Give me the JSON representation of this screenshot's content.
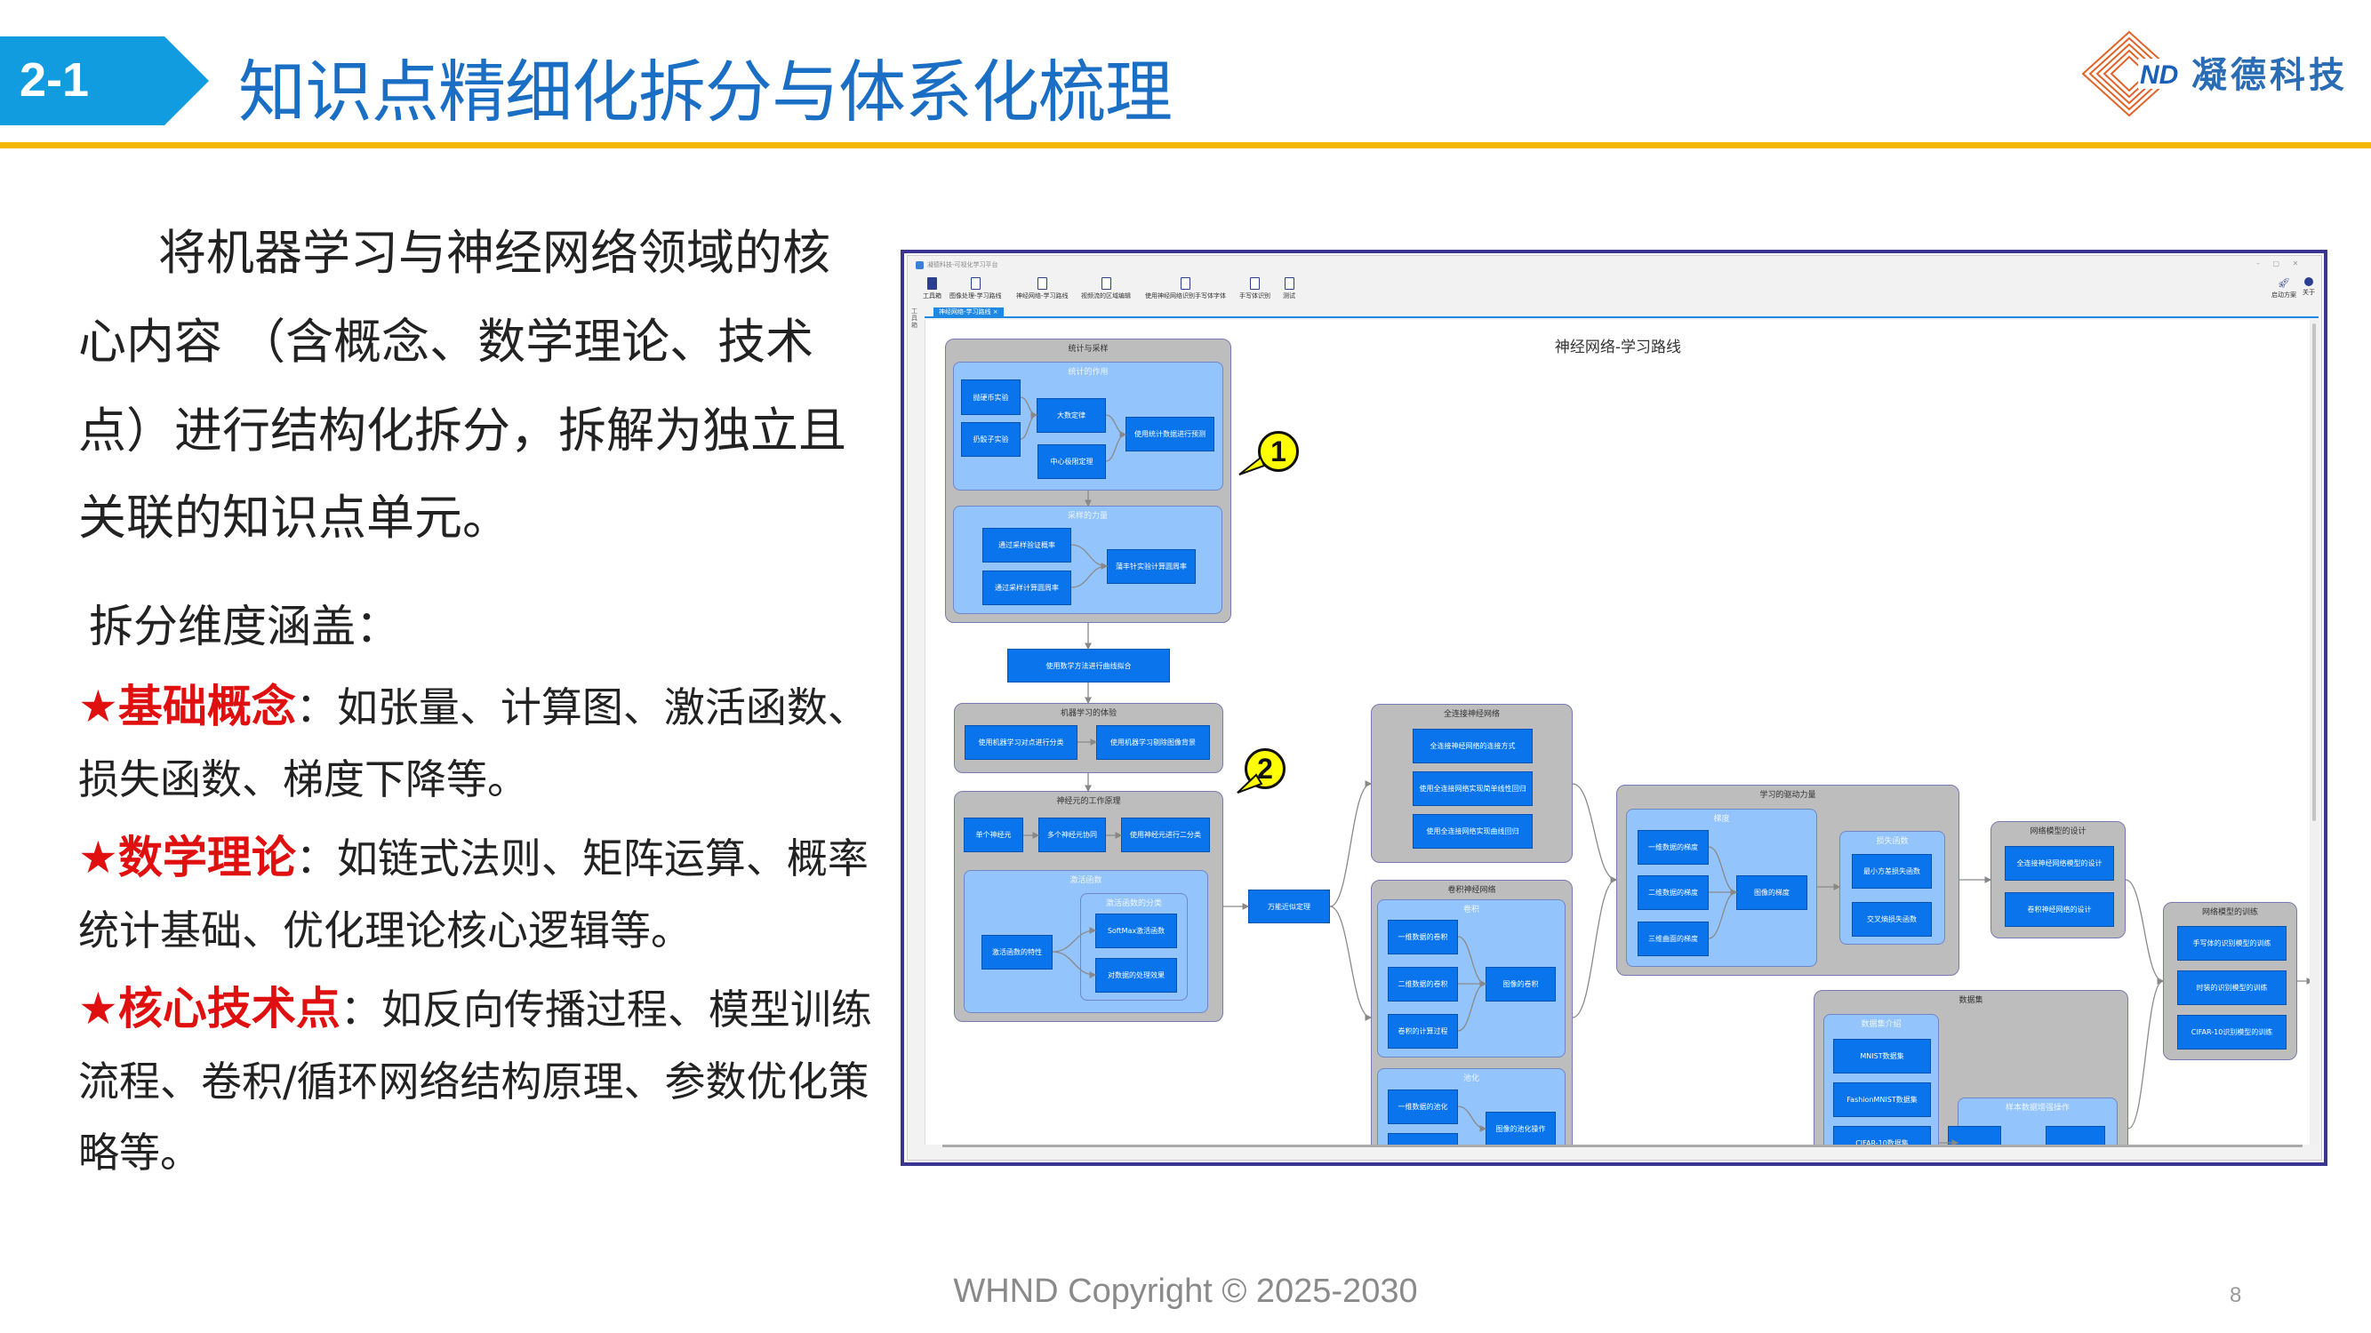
{
  "header": {
    "badge": "2-1",
    "title": "知识点精细化拆分与体系化梳理",
    "logo": {
      "mark": "ND",
      "name": "凝德科技"
    }
  },
  "intro": {
    "lines": [
      "将机器学习与神经网络领域的核",
      "心内容 （含概念、数学理论、技术",
      "点）进行结构化拆分，拆解为独立且",
      "关联的知识点单元。"
    ],
    "dimensions_label": "拆分维度涵盖："
  },
  "bullets": [
    {
      "star": "★",
      "term": "基础概念",
      "lines": [
        "：如张量、计算图、激活函数、",
        "损失函数、梯度下降等。"
      ]
    },
    {
      "star": "★",
      "term": "数学理论",
      "lines": [
        "：如链式法则、矩阵运算、概率",
        "统计基础、优化理论核心逻辑等。"
      ]
    },
    {
      "star": "★",
      "term": "核心技术点",
      "lines": [
        "：如反向传播过程、模型训练",
        "流程、卷积/循环网络结构原理、参数优化策",
        "略等。"
      ]
    }
  ],
  "app": {
    "window_title": "凝德科技-可视化学习平台",
    "window_controls": [
      "–",
      "▢",
      "✕"
    ],
    "toolbar": [
      "工具箱",
      "图像处理-学习路线",
      "神经网络-学习路线",
      "视频流的区域编辑",
      "使用神经网络识别手写体字体",
      "手写体识别",
      "测试"
    ],
    "toolbar_right": [
      "启动方案",
      "关于"
    ],
    "side_tab": "工具箱",
    "tab": {
      "label": "神经网络-学习路线",
      "close": "×"
    }
  },
  "diagram": {
    "title": "神经网络-学习路线",
    "groups": [
      "统计与采样",
      "机器学习的体验",
      "神经元的工作原理",
      "全连接神经网络",
      "卷积神经网络",
      "学习的驱动力量",
      "数据集",
      "网络模型的设计",
      "网络模型的训练"
    ],
    "subgroups": [
      "统计的作用",
      "采样的力量",
      "激活函数",
      "激活函数的分类",
      "卷积",
      "池化",
      "梯度",
      "损失函数",
      "数据集介绍",
      "样本数据增强操作"
    ],
    "nodes": [
      "抛硬币实验",
      "扔骰子实验",
      "大数定律",
      "中心极限定理",
      "使用统计数据进行预测",
      "通过采样验证概率",
      "通过采样计算圆周率",
      "蒲丰针实验计算圆周率",
      "使用数学方法进行曲线拟合",
      "使用机器学习对点进行分类",
      "使用机器学习剔除图像背景",
      "单个神经元",
      "多个神经元协同",
      "使用神经元进行二分类",
      "激活函数的特性",
      "SoftMax激活函数",
      "对数据的处理效果",
      "万能近似定理",
      "全连接神经网络的连接方式",
      "使用全连接网络实现简单线性回归",
      "使用全连接网络实现曲线回归",
      "一维数据的卷积",
      "二维数据的卷积",
      "卷积的计算过程",
      "图像的卷积",
      "一维数据的池化",
      "图像的池化操作",
      "一维数据的梯度",
      "二维数据的梯度",
      "三维曲面的梯度",
      "图像的梯度",
      "最小方差损失函数",
      "交叉熵损失函数",
      "MNIST数据集",
      "FashionMNIST数据集",
      "CIFAR-10数据集",
      "全连接神经网络模型的设计",
      "卷积神经网络的设计",
      "手写体的识别模型的训练",
      "时装的识别模型的训练",
      "CIFAR-10识别模型的训练"
    ],
    "callouts": [
      "1",
      "2"
    ]
  },
  "footer": {
    "copyright": "WHND Copyright © 2025-2030",
    "page": "8"
  },
  "colors": {
    "accent": "#129ce0",
    "title": "#1a6fc4",
    "rule": "#f5b800",
    "term": "#e01010",
    "node": "#0a74ec",
    "frame": "#3a3592"
  }
}
